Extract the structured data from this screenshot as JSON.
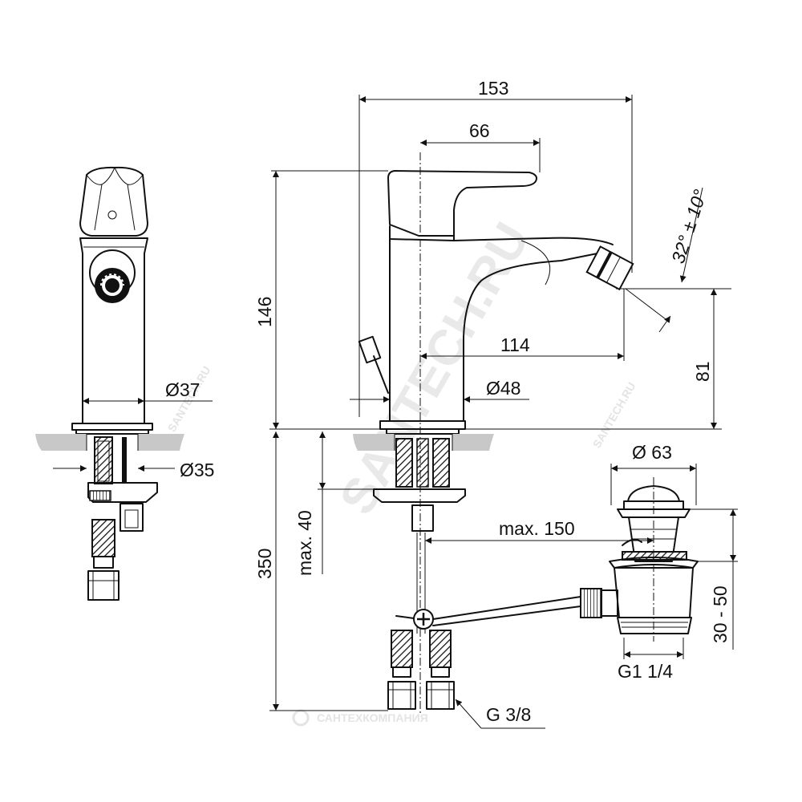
{
  "dimensions": {
    "width_total": "153",
    "spout_offset": "66",
    "height": "146",
    "angle": "32° ± 10°",
    "spout_reach": "114",
    "outlet_height": "81",
    "body_diameter": "Ø37",
    "base_diameter": "Ø48",
    "hole_diameter": "Ø35",
    "waste_diameter": "Ø 63",
    "max_thickness": "max. 40",
    "hose_length": "350",
    "max_reach": "max. 150",
    "waste_height": "30 - 50",
    "waste_thread": "G1 1/4",
    "hose_thread": "G 3/8"
  },
  "watermarks": {
    "main": "SANTECH.RU",
    "small_1": "SANTECH.RU",
    "small_2": "SANTECH.RU",
    "footer": "САНТЕХКОМПАНИЯ"
  },
  "colors": {
    "line": "#111111",
    "countertop": "#c8c8c8",
    "watermark": "#e9e9e9"
  }
}
